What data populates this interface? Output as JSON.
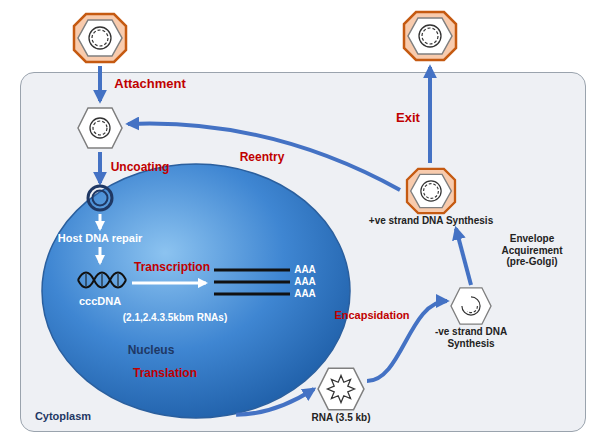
{
  "diagram": {
    "nodes": [
      {
        "text": [
          "Cytoplasm"
        ]
      },
      {
        "text": [
          "Nucleus"
        ],
        "in": 0
      },
      {
        "text": [
          "RNA (3.5 kb)"
        ],
        "in": 0
      },
      {
        "text": [
          "-ve strand DNA Synthesis"
        ],
        "in": 0
      },
      {
        "text": [
          "+ve strand DNA Synthesis"
        ],
        "in": 0
      }
    ],
    "edges": [
      {
        "from": 1,
        "to": 2,
        "arrow": "to",
        "label": "Translation"
      },
      {
        "from": 2,
        "to": 3,
        "arrow": "to",
        "label": "Encapsidation"
      },
      {
        "from": 3,
        "to": 4,
        "arrow": "to",
        "label": "Envelope Acquirement (pre-Golgi)"
      }
    ],
    "labels": [
      "Attachment",
      "Uncoating",
      "Host DNA repair",
      "cccDNA",
      "Transcription",
      "AAA",
      "AAA",
      "AAA",
      "(2.1,2.4.3.5kbm RNAs)",
      "Reentry",
      "Exit"
    ]
  }
}
